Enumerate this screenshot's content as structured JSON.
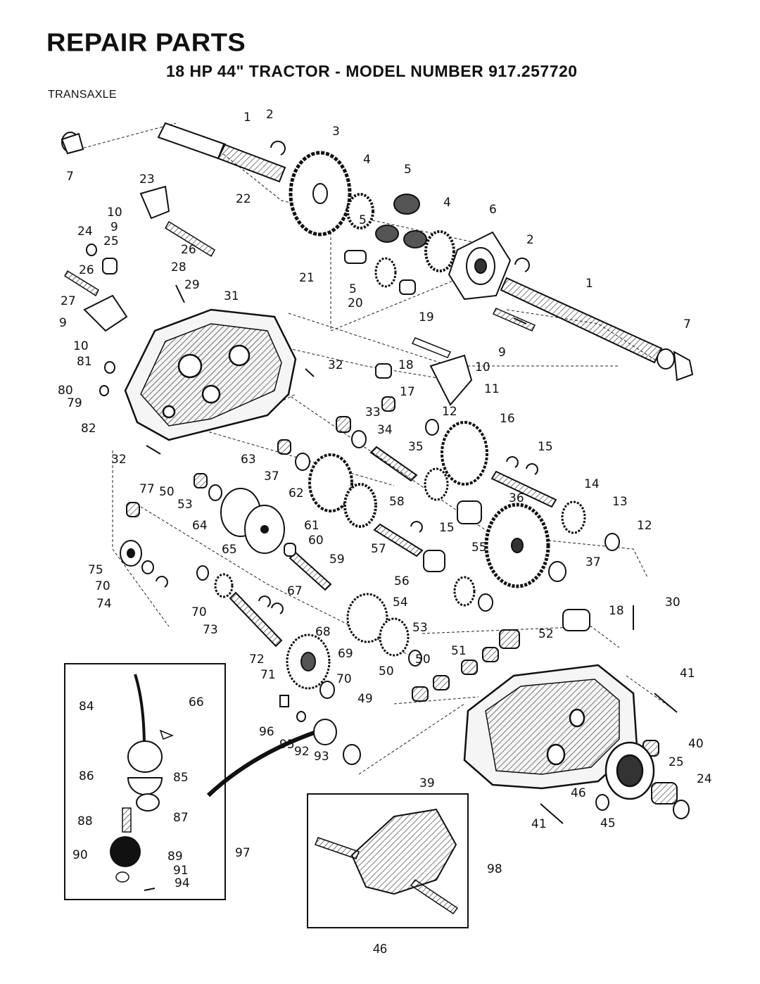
{
  "header": {
    "title": "REPAIR PARTS",
    "subtitle": "18 HP 44\" TRACTOR - MODEL NUMBER 917.257720",
    "section": "TRANSAXLE"
  },
  "callouts": [
    "1",
    "2",
    "3",
    "4",
    "5",
    "5",
    "4",
    "6",
    "2",
    "1",
    "7",
    "7",
    "22",
    "23",
    "10",
    "9",
    "24",
    "25",
    "26",
    "26",
    "28",
    "29",
    "21",
    "5",
    "20",
    "27",
    "31",
    "19",
    "9",
    "10",
    "9",
    "10",
    "81",
    "32",
    "18",
    "11",
    "80",
    "79",
    "17",
    "33",
    "12",
    "16",
    "82",
    "34",
    "35",
    "15",
    "32",
    "63",
    "37",
    "62",
    "14",
    "77",
    "50",
    "53",
    "58",
    "36",
    "13",
    "64",
    "61",
    "60",
    "15",
    "12",
    "65",
    "57",
    "55",
    "37",
    "59",
    "75",
    "70",
    "74",
    "56",
    "67",
    "70",
    "73",
    "54",
    "30",
    "18",
    "68",
    "53",
    "52",
    "72",
    "51",
    "50",
    "69",
    "71",
    "70",
    "50",
    "41",
    "49",
    "84",
    "66",
    "96",
    "95",
    "40",
    "86",
    "85",
    "92",
    "93",
    "25",
    "24",
    "39",
    "46",
    "87",
    "88",
    "45",
    "41",
    "90",
    "89",
    "97",
    "91",
    "94",
    "98"
  ],
  "icons": [
    "parts-diagram",
    "detail-box-97",
    "detail-box-98"
  ],
  "footer": {
    "page_number": "46"
  }
}
